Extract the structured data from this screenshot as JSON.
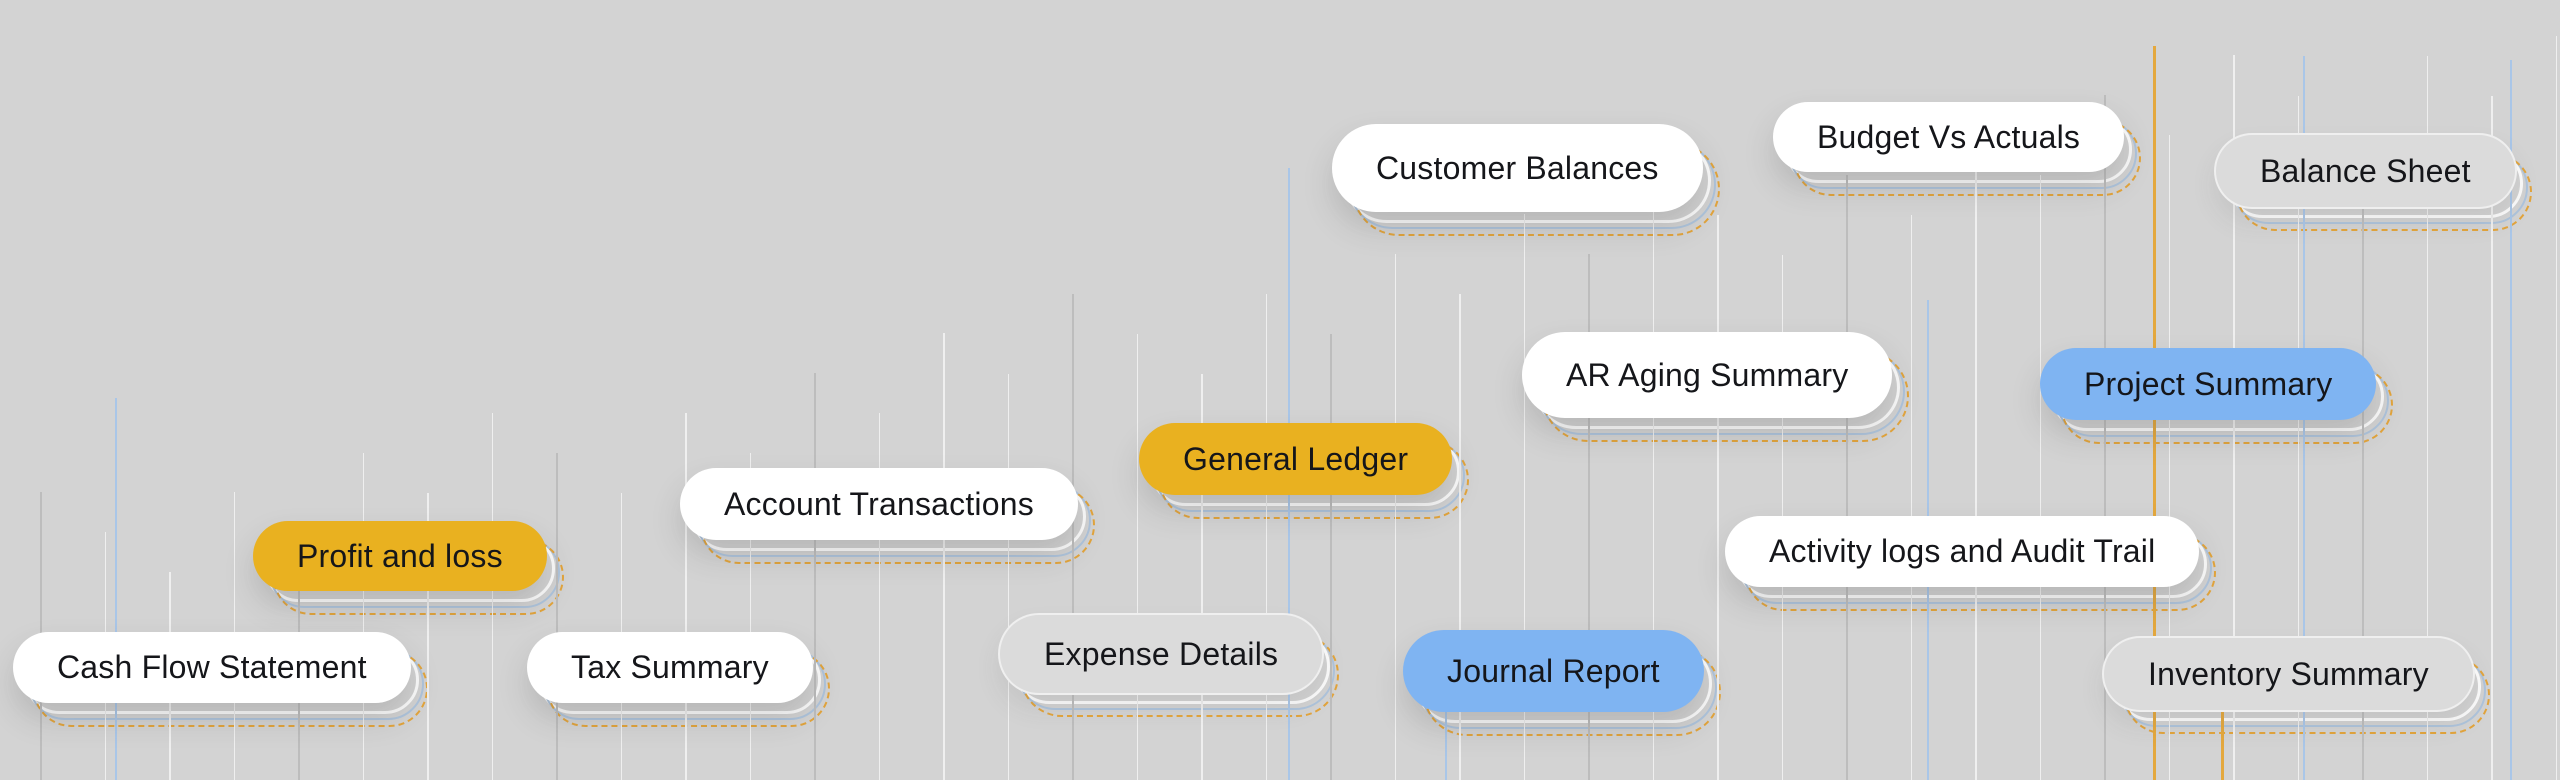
{
  "canvas": {
    "background": "#d3d3d3"
  },
  "palette": {
    "canvas_bg": "#d3d3d3",
    "chip_white": "#ffffff",
    "chip_yellow": "#e9b120",
    "chip_blue": "#7fb4f2",
    "chip_muted": "#dbdbdb",
    "text": "#15161a",
    "stack_blue": "#aec4dc",
    "stack_orange": "#e2a43c",
    "line_gray": "#bdbdbd",
    "line_white": "#efefef",
    "line_blue": "#a9c6e8",
    "line_orange": "#e4a83e"
  },
  "reports": [
    {
      "label": "Customer Balances",
      "variant": "white"
    },
    {
      "label": "Budget Vs Actuals",
      "variant": "white"
    },
    {
      "label": "Balance Sheet",
      "variant": "muted"
    },
    {
      "label": "AR Aging Summary",
      "variant": "white"
    },
    {
      "label": "Project Summary",
      "variant": "blue"
    },
    {
      "label": "General Ledger",
      "variant": "yellow"
    },
    {
      "label": "Account Transactions",
      "variant": "white"
    },
    {
      "label": "Profit and loss",
      "variant": "yellow"
    },
    {
      "label": "Activity logs and Audit Trail",
      "variant": "white"
    },
    {
      "label": "Cash Flow Statement",
      "variant": "white"
    },
    {
      "label": "Tax Summary",
      "variant": "white"
    },
    {
      "label": "Expense Details",
      "variant": "muted"
    },
    {
      "label": "Journal Report",
      "variant": "blue"
    },
    {
      "label": "Inventory Summary",
      "variant": "muted"
    }
  ]
}
